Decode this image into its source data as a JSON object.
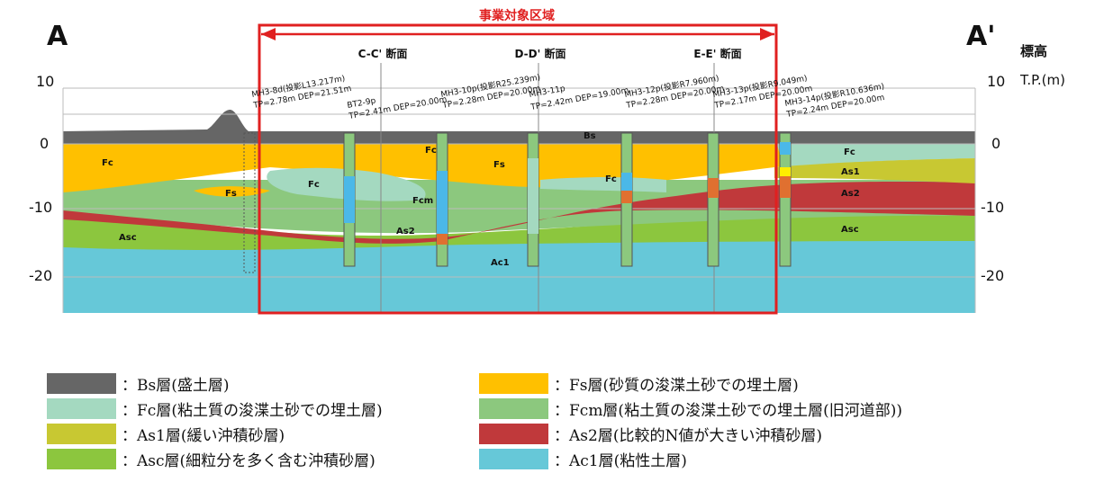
{
  "title": {
    "left_end": "A",
    "right_end": "A'",
    "project_area": "事業対象区域"
  },
  "sections": [
    {
      "label": "C-C' 断面"
    },
    {
      "label": "D-D' 断面"
    },
    {
      "label": "E-E' 断面"
    }
  ],
  "axis": {
    "label_line1": "標高",
    "label_line2": "T.P.(m)",
    "ticks_left": [
      "10",
      "0",
      "-10",
      "-20"
    ],
    "ticks_right": [
      "10",
      "0",
      "-10",
      "-20"
    ]
  },
  "boreholes": [
    {
      "name": "MH3-8d(投影L13.217m)",
      "data": "TP=2.78m DEP=21.51m"
    },
    {
      "name": "BT2-9p",
      "data": "TP=2.41m DEP=20.00m"
    },
    {
      "name": "MH3-10p(投影R25.239m)",
      "data": "TP=2.28m DEP=20.00m"
    },
    {
      "name": "MH3-11p",
      "data": "TP=2.42m DEP=19.00m"
    },
    {
      "name": "MH3-12p(投影R7.960m)",
      "data": "TP=2.28m DEP=20.00m"
    },
    {
      "name": "MH3-13p(投影R9.049m)",
      "data": "TP=2.17m DEP=20.00m"
    },
    {
      "name": "MH3-14p(投影R10.636m)",
      "data": "TP=2.24m DEP=20.00m"
    }
  ],
  "layer_labels": {
    "fc_1": "Fc",
    "fc_2": "Fc",
    "fc_3": "Fc",
    "fc_4": "Fc",
    "fc_5": "Fc",
    "fs_1": "Fs",
    "fs_2": "Fs",
    "fcm": "Fcm",
    "bs": "Bs",
    "as1": "As1",
    "as2_1": "As2",
    "as2_2": "As2",
    "asc_1": "Asc",
    "asc_2": "Asc",
    "ac1": "Ac1"
  },
  "colors": {
    "bs": "#666666",
    "fs": "#ffc000",
    "fc": "#a4d9c0",
    "fcm": "#8cc87e",
    "as1": "#c8c832",
    "as2": "#c0393b",
    "asc": "#8cc63e",
    "ac1": "#66c8d8",
    "project_box": "#e02020"
  },
  "legend": [
    {
      "color": "#666666",
      "text": "：Bs層(盛土層)"
    },
    {
      "color": "#ffc000",
      "text": "：Fs層(砂質の浚渫土砂での埋土層)"
    },
    {
      "color": "#a4d9c0",
      "text": "：Fc層(粘土質の浚渫土砂での埋土層)"
    },
    {
      "color": "#8cc87e",
      "text": "：Fcm層(粘土質の浚渫土砂での埋土層(旧河道部))"
    },
    {
      "color": "#c8c832",
      "text": "：As1層(緩い沖積砂層)"
    },
    {
      "color": "#c0393b",
      "text": "：As2層(比較的N値が大きい沖積砂層)"
    },
    {
      "color": "#8cc63e",
      "text": "：Asc層(細粒分を多く含む沖積砂層)"
    },
    {
      "color": "#66c8d8",
      "text": "：Ac1層(粘性土層)"
    }
  ]
}
